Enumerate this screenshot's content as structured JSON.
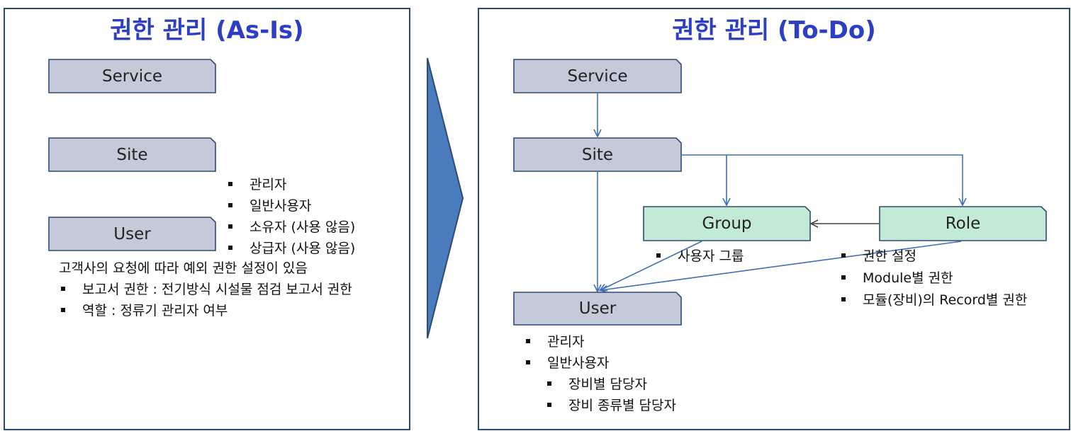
{
  "left": {
    "title": "권한 관리 (As-Is)",
    "nodes": {
      "service": "Service",
      "site": "Site",
      "user": "User"
    },
    "user_types": [
      "관리자",
      "일반사용자",
      "소유자 (사용 않음)",
      "상급자 (사용 않음)"
    ],
    "note": "고객사의 요청에 따라 예외 권한 설정이 있음",
    "exceptions": [
      "보고서 권한 : 전기방식 시설물 점검 보고서 권한",
      "역할 : 정류기 관리자 여부"
    ]
  },
  "right": {
    "title": "권한 관리 (To-Do)",
    "nodes": {
      "service": "Service",
      "site": "Site",
      "user": "User",
      "group": "Group",
      "role": "Role"
    },
    "group_notes": [
      "사용자 그룹"
    ],
    "role_notes": [
      "권한 설정",
      "Module별 권한",
      "모듈(장비)의 Record별 권한"
    ],
    "user_types": [
      "관리자",
      "일반사용자"
    ],
    "user_subtypes": [
      "장비별 담당자",
      "장비 종류별 담당자"
    ]
  },
  "colors": {
    "panel_border": "#2b4a73",
    "title": "#2c3ec4",
    "node_fill": "#c5cadb",
    "node_stroke": "#2f4a73",
    "group_fill": "#c3ead5",
    "arrow": "#3f6fb5",
    "transition_arrow": "#4a7bbd"
  }
}
